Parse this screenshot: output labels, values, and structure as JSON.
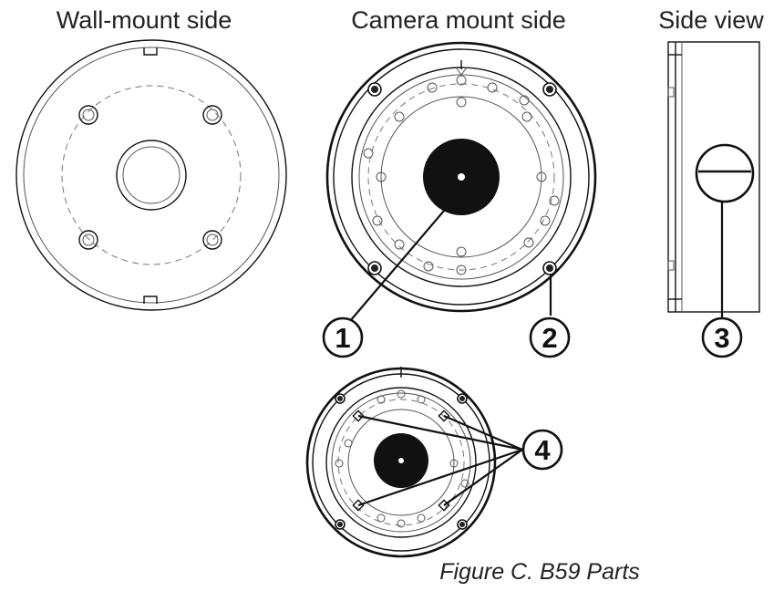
{
  "titles": {
    "wall_mount": "Wall-mount side",
    "camera_mount": "Camera mount side",
    "side_view": "Side view"
  },
  "callouts": {
    "c1": "1",
    "c2": "2",
    "c3": "3",
    "c4": "4"
  },
  "caption": "Figure C. B59 Parts",
  "colors": {
    "line": "#111111",
    "background": "#ffffff"
  }
}
